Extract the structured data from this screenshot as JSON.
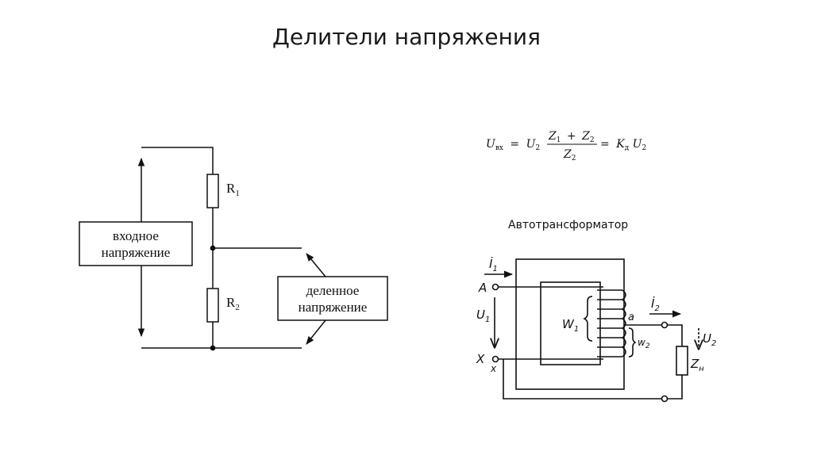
{
  "slide": {
    "title": "Делители напряжения"
  },
  "divider": {
    "r1": "R",
    "r1_sub": "1",
    "r2": "R",
    "r2_sub": "2",
    "input_line1": "входное",
    "input_line2": "напряжение",
    "output_line1": "деленное",
    "output_line2": "напряжение"
  },
  "formula": {
    "u_in": "U",
    "u_in_sub": "вх",
    "eq1": "=",
    "u2": "U",
    "u2_sub": "2",
    "num": "Z",
    "num_sub1": "1",
    "plus": "+",
    "num2": "Z",
    "num_sub2": "2",
    "den": "Z",
    "den_sub": "2",
    "eq2": "=",
    "k": "K",
    "k_sub": "д",
    "u2b": "U",
    "u2b_sub": "2"
  },
  "autotransformer": {
    "title": "Автотрансформатор",
    "i1": "İ",
    "i1_sub": "1",
    "A": "A",
    "U1": "U",
    "U1_sub": "1",
    "X": "X",
    "x": "x",
    "W1": "W",
    "W1_sub": "1",
    "w2": "w",
    "w2_sub": "2",
    "a": "a",
    "i2": "İ",
    "i2_sub": "2",
    "U2": "U",
    "U2_sub": "2",
    "Zn": "Z",
    "Zn_sub": "н"
  }
}
